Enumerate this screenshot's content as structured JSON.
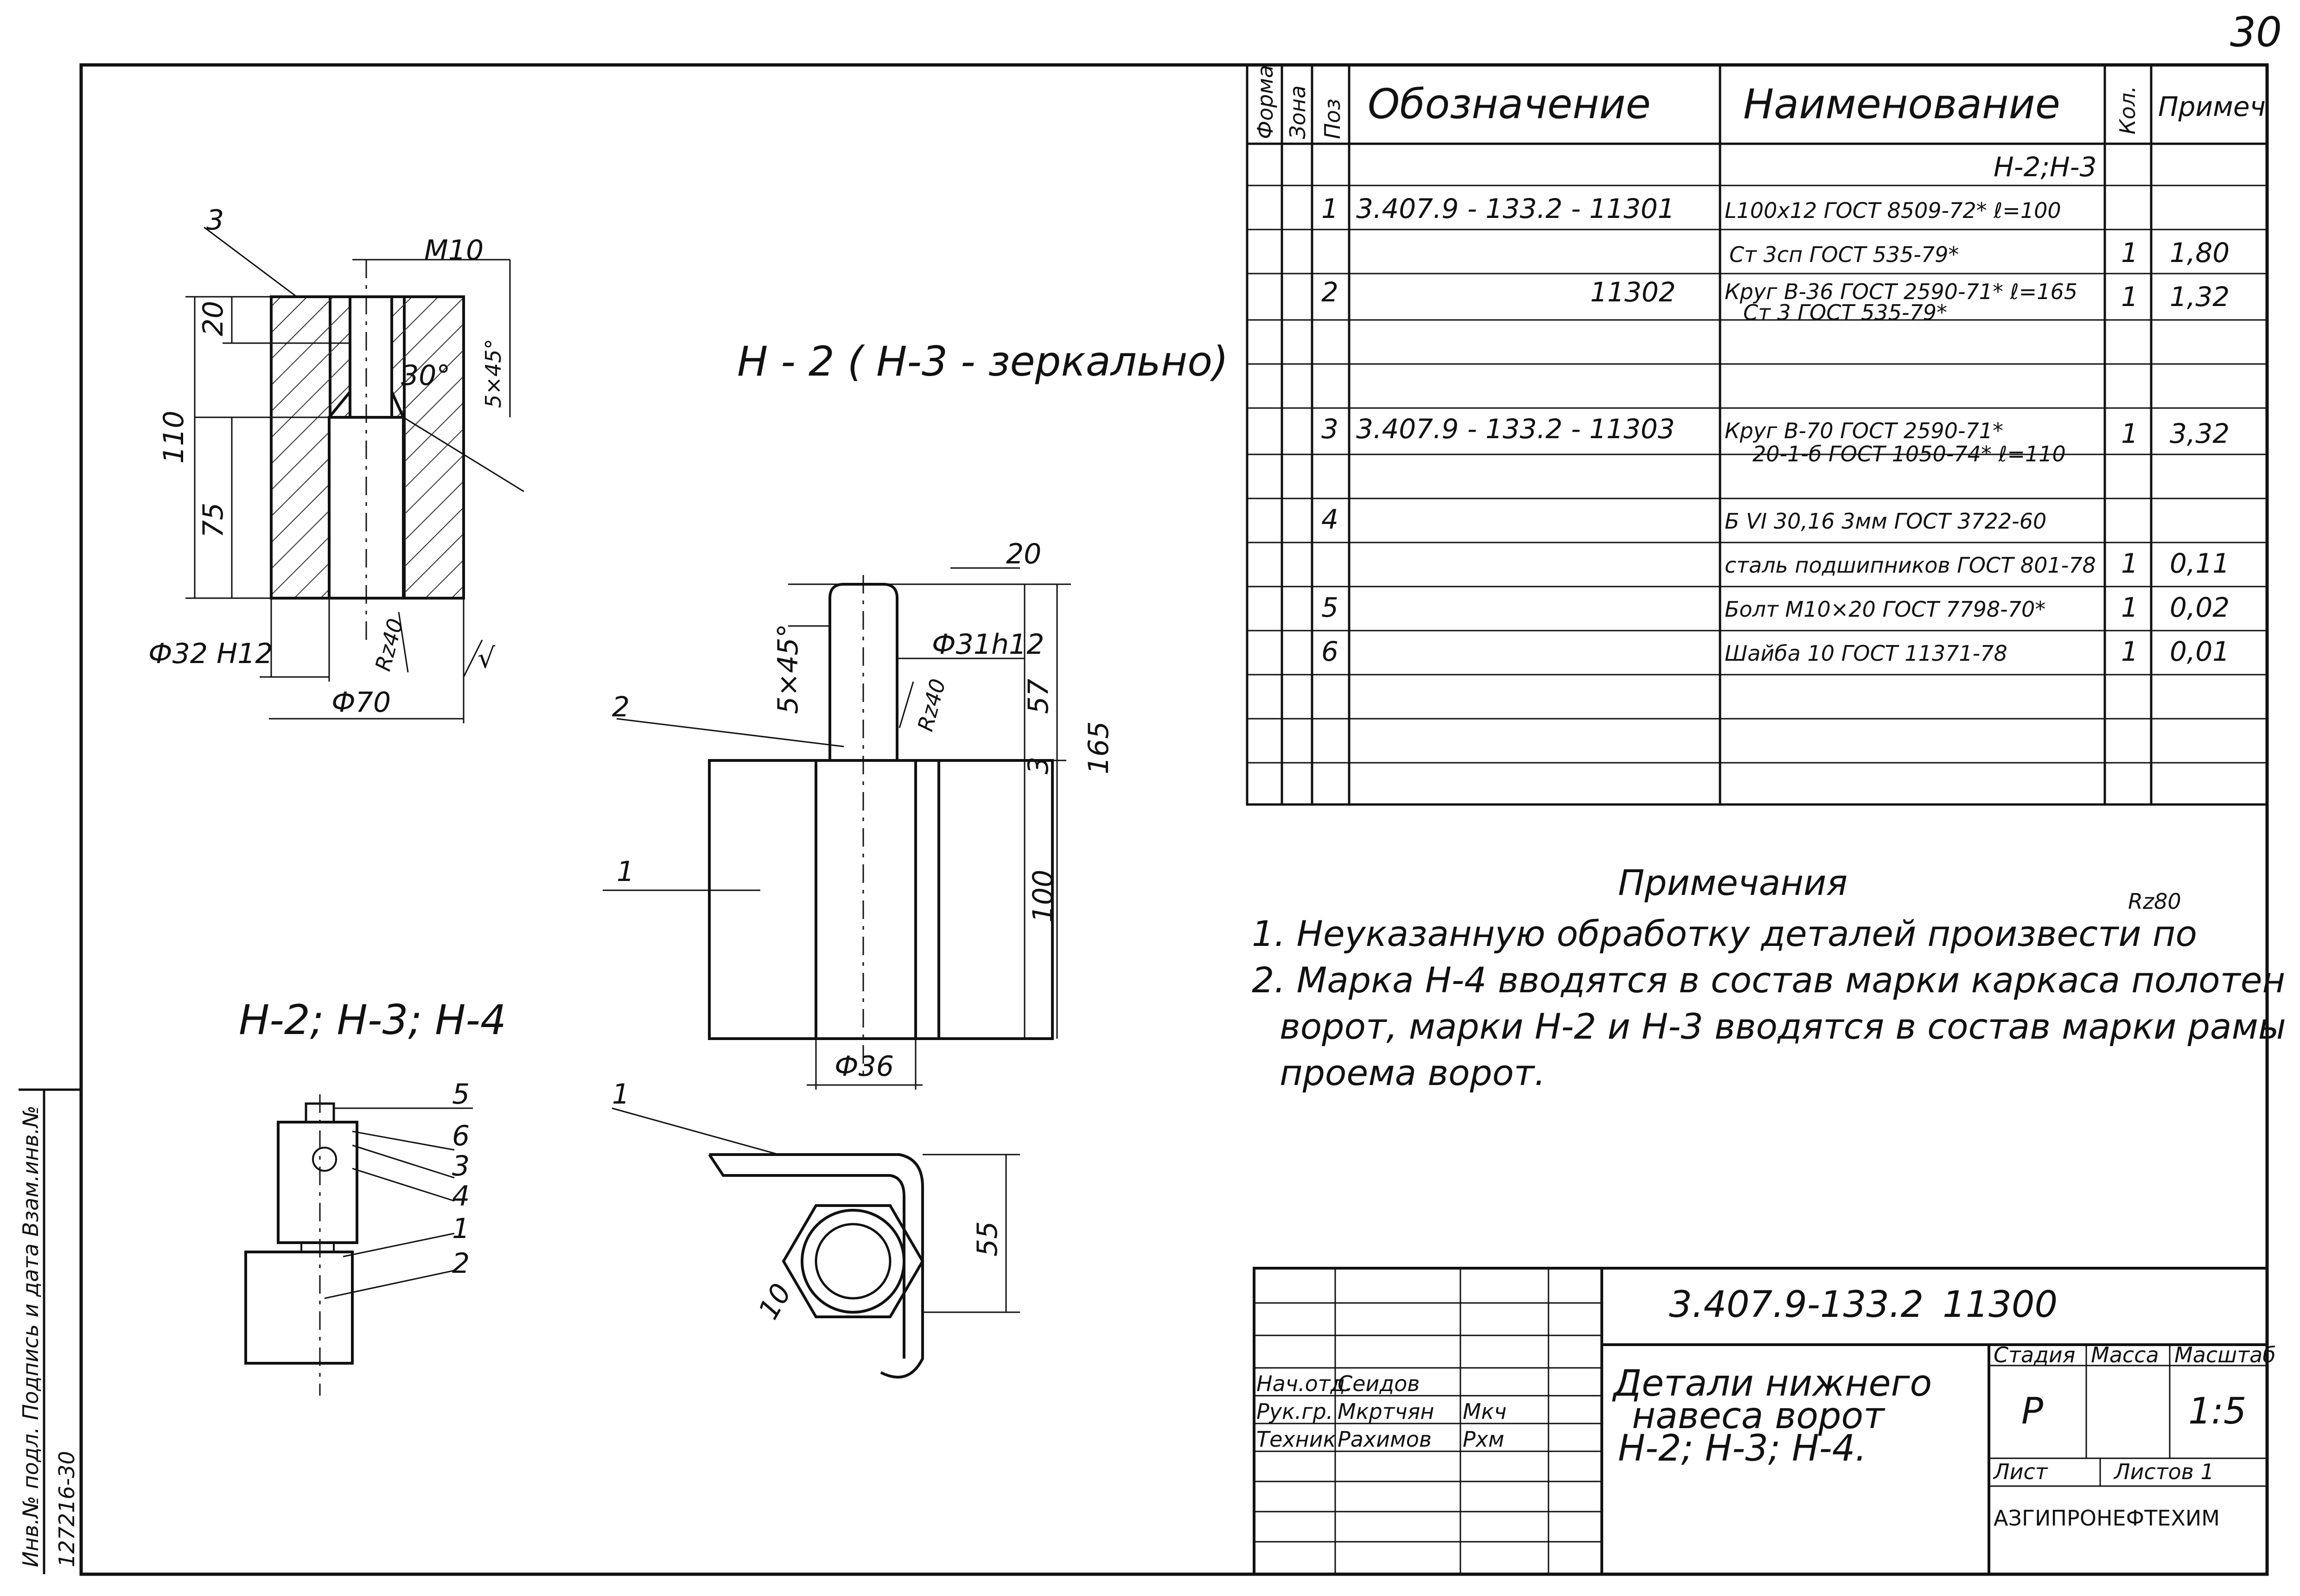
{
  "sheet_number": "30",
  "spec_table": {
    "headers": [
      "Форма",
      "Зона",
      "Поз",
      "Обозначение",
      "Наименование",
      "Кол.",
      "Примеч"
    ],
    "rows": [
      {
        "pos": "",
        "designation": "",
        "name": "Н-2;Н-3",
        "qty": "",
        "note": ""
      },
      {
        "pos": "1",
        "designation": "3.407.9 - 133.2 - 11301",
        "name": "L100x12 ГОСТ 8509-72* ℓ=100",
        "qty": "",
        "note": ""
      },
      {
        "pos": "",
        "designation": "",
        "name": "Ст 3сп ГОСТ 535-79*",
        "qty": "1",
        "note": "1,80"
      },
      {
        "pos": "2",
        "designation": "11302",
        "name": "Круг В-36 ГОСТ 2590-71* ℓ=165",
        "name2": "Ст 3 ГОСТ 535-79*",
        "qty": "1",
        "note": "1,32"
      },
      {
        "pos": "",
        "designation": "",
        "name": "",
        "qty": "",
        "note": ""
      },
      {
        "pos": "3",
        "designation": "3.407.9 - 133.2 - 11303",
        "name": "Круг В-70 ГОСТ 2590-71*",
        "name2": "20-1-б ГОСТ 1050-74* ℓ=110",
        "qty": "1",
        "note": "3,32"
      },
      {
        "pos": "4",
        "designation": "",
        "name": "Б VI 30,16 3мм ГОСТ 3722-60",
        "qty": "",
        "note": ""
      },
      {
        "pos": "",
        "designation": "",
        "name": "сталь подшипников ГОСТ 801-78",
        "qty": "1",
        "note": "0,11"
      },
      {
        "pos": "5",
        "designation": "",
        "name": "Болт М10×20 ГОСТ 7798-70*",
        "qty": "1",
        "note": "0,02"
      },
      {
        "pos": "6",
        "designation": "",
        "name": "Шайба 10 ГОСТ 11371-78",
        "qty": "1",
        "note": "0,01"
      }
    ]
  },
  "view_label": "Н - 2 ( Н-3 - зеркально)",
  "assembly_label": "Н-2; Н-3; Н-4",
  "part3_dims": {
    "callout": "3",
    "thread": "M10",
    "d20": "20",
    "chamfer_top": "5×45°",
    "angle": "30°",
    "h110": "110",
    "h75": "75",
    "rz": "Rz40",
    "rough_side": "√",
    "bore": "Ф32 Н12",
    "od": "Ф70"
  },
  "part2_dims": {
    "width": "20",
    "chamfer": "5×45°",
    "dia": "Ф31h12",
    "rz": "Rz40",
    "h57": "57",
    "h165": "165",
    "h3": "3",
    "h100": "100",
    "dia_bottom": "Ф36",
    "callout": "2",
    "callout1": "1"
  },
  "angle_dims": {
    "callout": "1",
    "h55": "55",
    "d10": "10"
  },
  "assembly_callouts": [
    "5",
    "6",
    "3",
    "4",
    "1",
    "2"
  ],
  "notes": {
    "title": "Примечания",
    "rough_mark": "Rz80",
    "items": [
      "1. Неуказанную обработку деталей произвести по",
      "2. Марка Н-4 вводятся в состав марки каркаса полотен",
      "ворот, марки Н-2 и Н-3 вводятся в состав марки рамы",
      "проема ворот."
    ]
  },
  "title_block": {
    "doc_code": "3.407.9-133.2",
    "doc_num": "11300",
    "title_lines": [
      "Детали нижнего",
      "навеса ворот",
      "Н-2; Н-3; Н-4."
    ],
    "people": [
      {
        "role": "Нач.отд.",
        "name": "Сеидов",
        "sign": ""
      },
      {
        "role": "Рук.гр.",
        "name": "Мкртчян",
        "sign": "Мкч"
      },
      {
        "role": "Техник",
        "name": "Рахимов",
        "sign": "Рхм"
      }
    ],
    "stage_label": "Стадия",
    "mass_label": "Масса",
    "scale_label": "Масштаб",
    "stage": "Р",
    "mass": "",
    "scale": "1:5",
    "sheet_label": "Лист",
    "sheets_label": "Листов 1",
    "org": "АЗГИПРОНЕФТЕХИМ"
  },
  "side_stamp": {
    "text": "Инв.№ подл. Подпись и дата Взам.инв.№",
    "number": "127216-30"
  }
}
